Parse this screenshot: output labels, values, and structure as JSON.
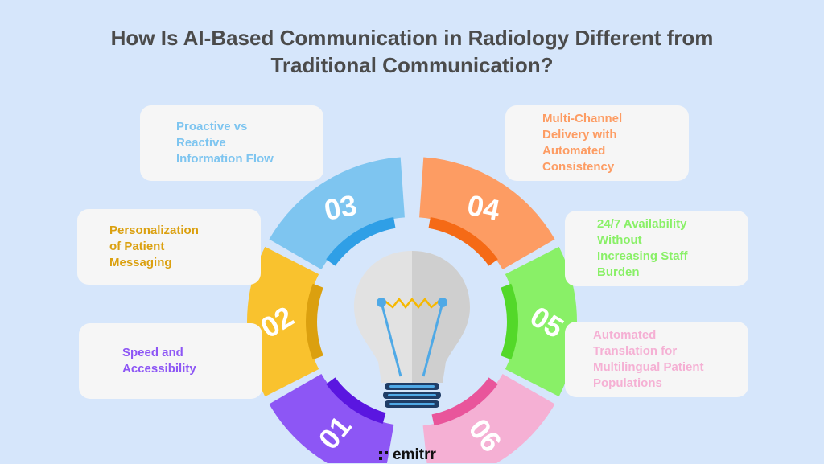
{
  "title": {
    "line1": "How Is AI-Based Communication in Radiology Different from",
    "line2": "Traditional Communication?"
  },
  "segments": [
    {
      "number": "01",
      "label": "Speed and\nAccessibility",
      "color": "#8d56f5",
      "dark": "#5a16e0"
    },
    {
      "number": "02",
      "label": "Personalization\nof Patient\nMessaging",
      "color": "#f9c22e",
      "dark": "#dba00f"
    },
    {
      "number": "03",
      "label": "Proactive vs\nReactive\nInformation Flow",
      "color": "#7ec5f0",
      "dark": "#2f9fe6"
    },
    {
      "number": "04",
      "label": "Multi-Channel\nDelivery with\nAutomated\nConsistency",
      "color": "#fd9c63",
      "dark": "#f56a16"
    },
    {
      "number": "05",
      "label": "24/7 Availability\nWithout\nIncreasing Staff\nBurden",
      "color": "#89f067",
      "dark": "#53d829"
    },
    {
      "number": "06",
      "label": "Automated\nTranslation for\nMultilingual Patient\nPopulations",
      "color": "#f5b0d4",
      "dark": "#e9559b"
    }
  ],
  "bulb": {
    "glass": "#e2e2e2",
    "glass_shade": "#cfcfcf",
    "filament": "#4fa9e6",
    "base": "#1f3d66",
    "base_stripe": "#4fa9e6"
  },
  "brand": {
    "name": "emitrr"
  }
}
